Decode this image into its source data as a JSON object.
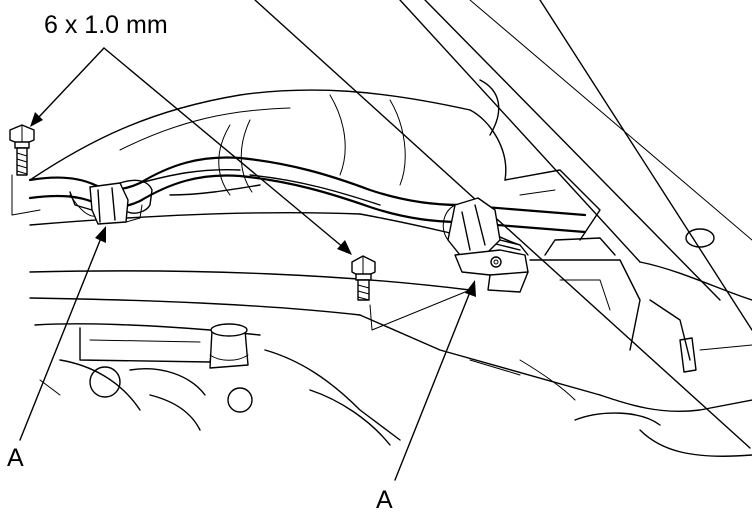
{
  "labels": {
    "bolt_spec": "6 x 1.0 mm",
    "clamp_left": "A",
    "clamp_right": "A"
  },
  "colors": {
    "line": "#000000",
    "background": "#ffffff"
  }
}
